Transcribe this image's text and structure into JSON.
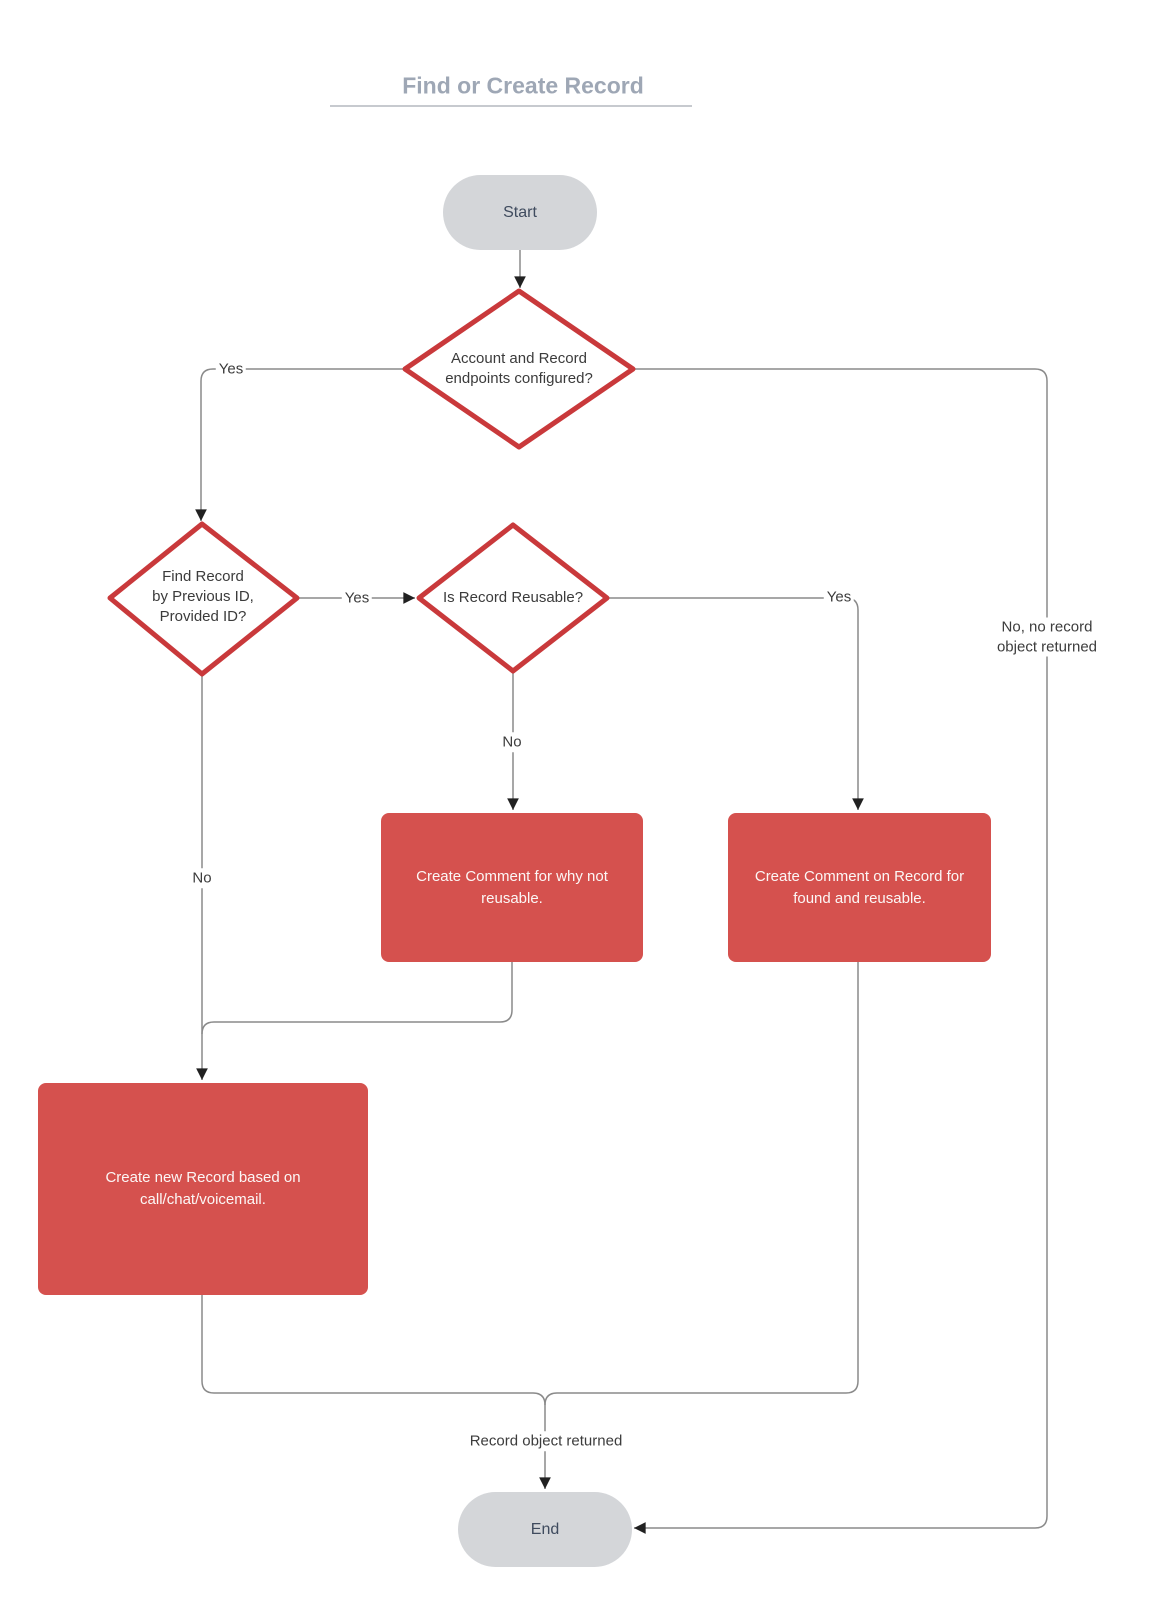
{
  "title": {
    "text": "Find or Create Record"
  },
  "colors": {
    "page_bg": "#FFFFFF",
    "title_text": "#9EA7B5",
    "title_rule": "#C7CACF",
    "terminal_fill": "#D4D6D9",
    "terminal_text": "#3F4B5E",
    "decision_stroke": "#C9393B",
    "decision_fill": "#FFFFFF",
    "decision_text": "#3B3B3B",
    "process_fill": "#D5514E",
    "process_text": "#FCF7F6",
    "connector": "#8A8A8A",
    "arrowhead": "#212121",
    "edge_label_text": "#3C3C3C"
  },
  "nodes": {
    "start": {
      "type": "terminal",
      "label": "Start"
    },
    "decision_endpoints": {
      "type": "decision",
      "label": "Account and Record\nendpoints configured?"
    },
    "decision_find_record": {
      "type": "decision",
      "label": "Find Record\nby Previous ID,\nProvided ID?"
    },
    "decision_reusable": {
      "type": "decision",
      "label": "Is Record Reusable?"
    },
    "comment_not_reusable": {
      "type": "process",
      "label": "Create Comment for why not\nreusable."
    },
    "comment_found_reusable": {
      "type": "process",
      "label": "Create Comment on Record for\nfound and reusable."
    },
    "create_new_record": {
      "type": "process",
      "label": "Create new Record based on\ncall/chat/voicemail."
    },
    "end": {
      "type": "terminal",
      "label": "End"
    }
  },
  "edge_labels": {
    "endpoints_yes": "Yes",
    "endpoints_no": "No, no record\nobject returned",
    "find_record_yes": "Yes",
    "find_record_no": "No",
    "reusable_yes": "Yes",
    "reusable_no": "No",
    "record_returned": "Record object returned"
  }
}
